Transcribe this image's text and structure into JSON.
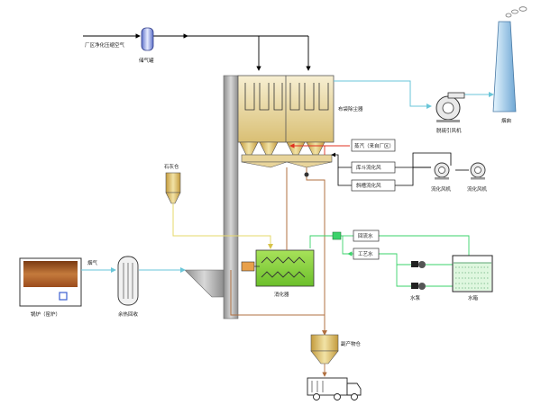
{
  "labels": {
    "compressed_air": "厂区净化压缩空气",
    "air_tank": "储气罐",
    "bag_filter": "布袋除尘器",
    "induced_draft_fan": "脱硫引风机",
    "chimney": "烟囱",
    "steam": "蒸汽（来自厂区）",
    "fluidizing_air_bottom": "库斗流化风",
    "fluidizing_air_slope": "斜槽流化风",
    "fluidizing_fan_1": "流化风机",
    "fluidizing_fan_2": "流化风机",
    "lime_bin": "石灰仓",
    "flue_gas": "烟气",
    "boiler": "锅炉（窑炉）",
    "waste_heat_recovery": "余热回收",
    "digester": "消化器",
    "return_water": "回流水",
    "process_water": "工艺水",
    "water_pump": "水泵",
    "water_tank": "水箱",
    "byproduct_bin": "副产物仓"
  },
  "colors": {
    "gas_line": "#6ac6d8",
    "air_line": "#000000",
    "steam_line": "#e03020",
    "lime_line": "#e6d86a",
    "water_line": "#3ad36a",
    "byproduct_line": "#b07040",
    "vessel_tan": "#e8d49a",
    "reactor_gray": "#b9b9b9",
    "boiler_brown": "#b5602a",
    "digester_green": "#8ad33a"
  },
  "icons": [
    "chimney-icon",
    "fan-icon",
    "pump-icon",
    "truck-icon",
    "tank-icon"
  ]
}
